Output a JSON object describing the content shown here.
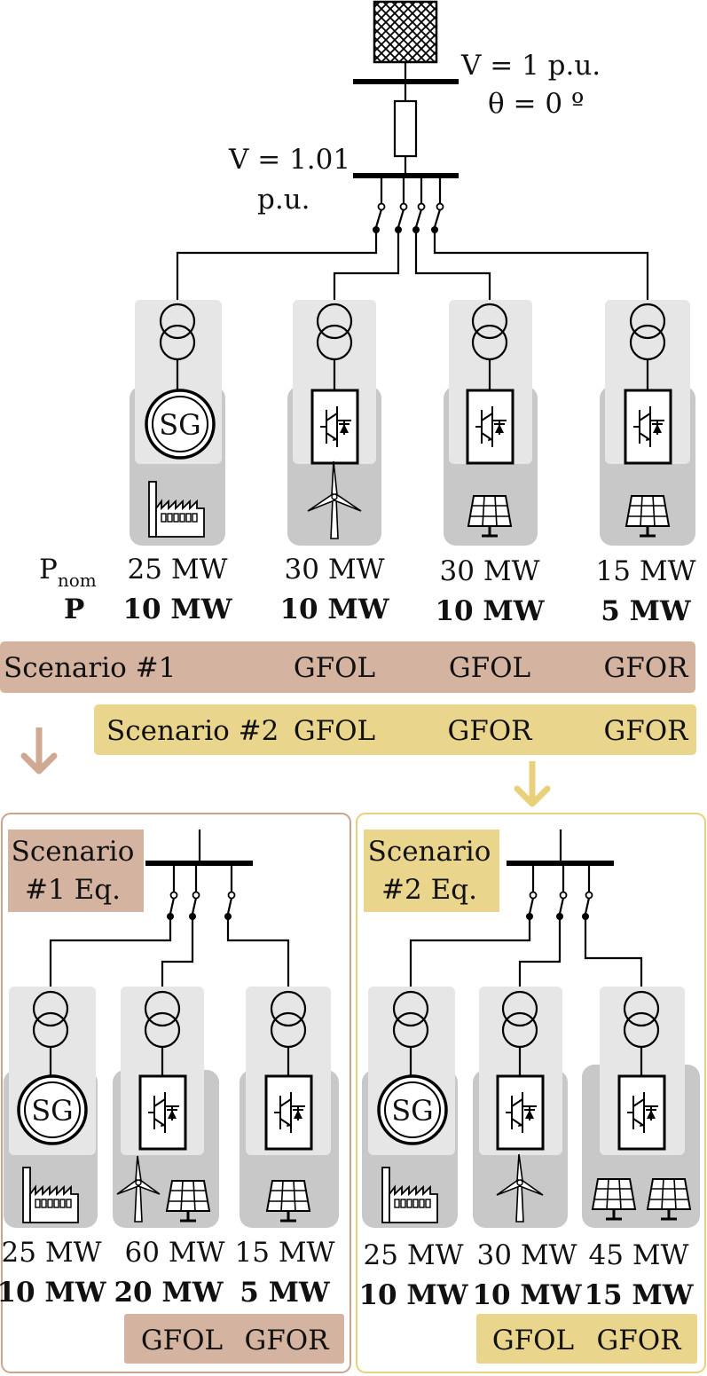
{
  "top": {
    "grid_voltage": "V = 1 p.u.",
    "grid_angle": "θ = 0 º",
    "pcc_voltage_line1": "V = 1.01",
    "pcc_voltage_line2": "p.u."
  },
  "row_labels": {
    "pnom_main": "P",
    "pnom_sub": "nom",
    "p": "P"
  },
  "units": [
    {
      "type": "SG",
      "sg_label": "SG",
      "source": "factory",
      "pnom": "25 MW",
      "p": "10 MW"
    },
    {
      "type": "inverter",
      "source": "wind",
      "pnom": "30 MW",
      "p": "10 MW"
    },
    {
      "type": "inverter",
      "source": "solar",
      "pnom": "30 MW",
      "p": "10 MW"
    },
    {
      "type": "inverter",
      "source": "solar",
      "pnom": "15 MW",
      "p": "5 MW"
    }
  ],
  "scenarios": {
    "s1": {
      "label": "Scenario #1",
      "modes": [
        "GFOL",
        "GFOL",
        "GFOR"
      ],
      "color": "#d4b3a0"
    },
    "s2": {
      "label": "Scenario #2",
      "modes": [
        "GFOL",
        "GFOR",
        "GFOR"
      ],
      "color": "#ead58c"
    }
  },
  "equivalents": {
    "eq1": {
      "title_line1": "Scenario",
      "title_line2": "#1 Eq.",
      "border_color": "#d4b3a0",
      "units": [
        {
          "pnom": "25 MW",
          "p": "10 MW"
        },
        {
          "pnom": "60 MW",
          "p": "20 MW"
        },
        {
          "pnom": "15 MW",
          "p": "5 MW"
        }
      ],
      "modes": [
        "GFOL",
        "GFOR"
      ]
    },
    "eq2": {
      "title_line1": "Scenario",
      "title_line2": "#2 Eq.",
      "border_color": "#ead58c",
      "units": [
        {
          "pnom": "25 MW",
          "p": "10 MW"
        },
        {
          "pnom": "30 MW",
          "p": "10 MW"
        },
        {
          "pnom": "45 MW",
          "p": "15 MW"
        }
      ],
      "modes": [
        "GFOL",
        "GFOR"
      ]
    }
  },
  "icons": [
    "grid-icon",
    "transformer-icon",
    "synchronous-generator-icon",
    "inverter-icon",
    "wind-turbine-icon",
    "solar-panel-icon",
    "factory-icon",
    "breaker-icon",
    "arrow-down-icon"
  ]
}
